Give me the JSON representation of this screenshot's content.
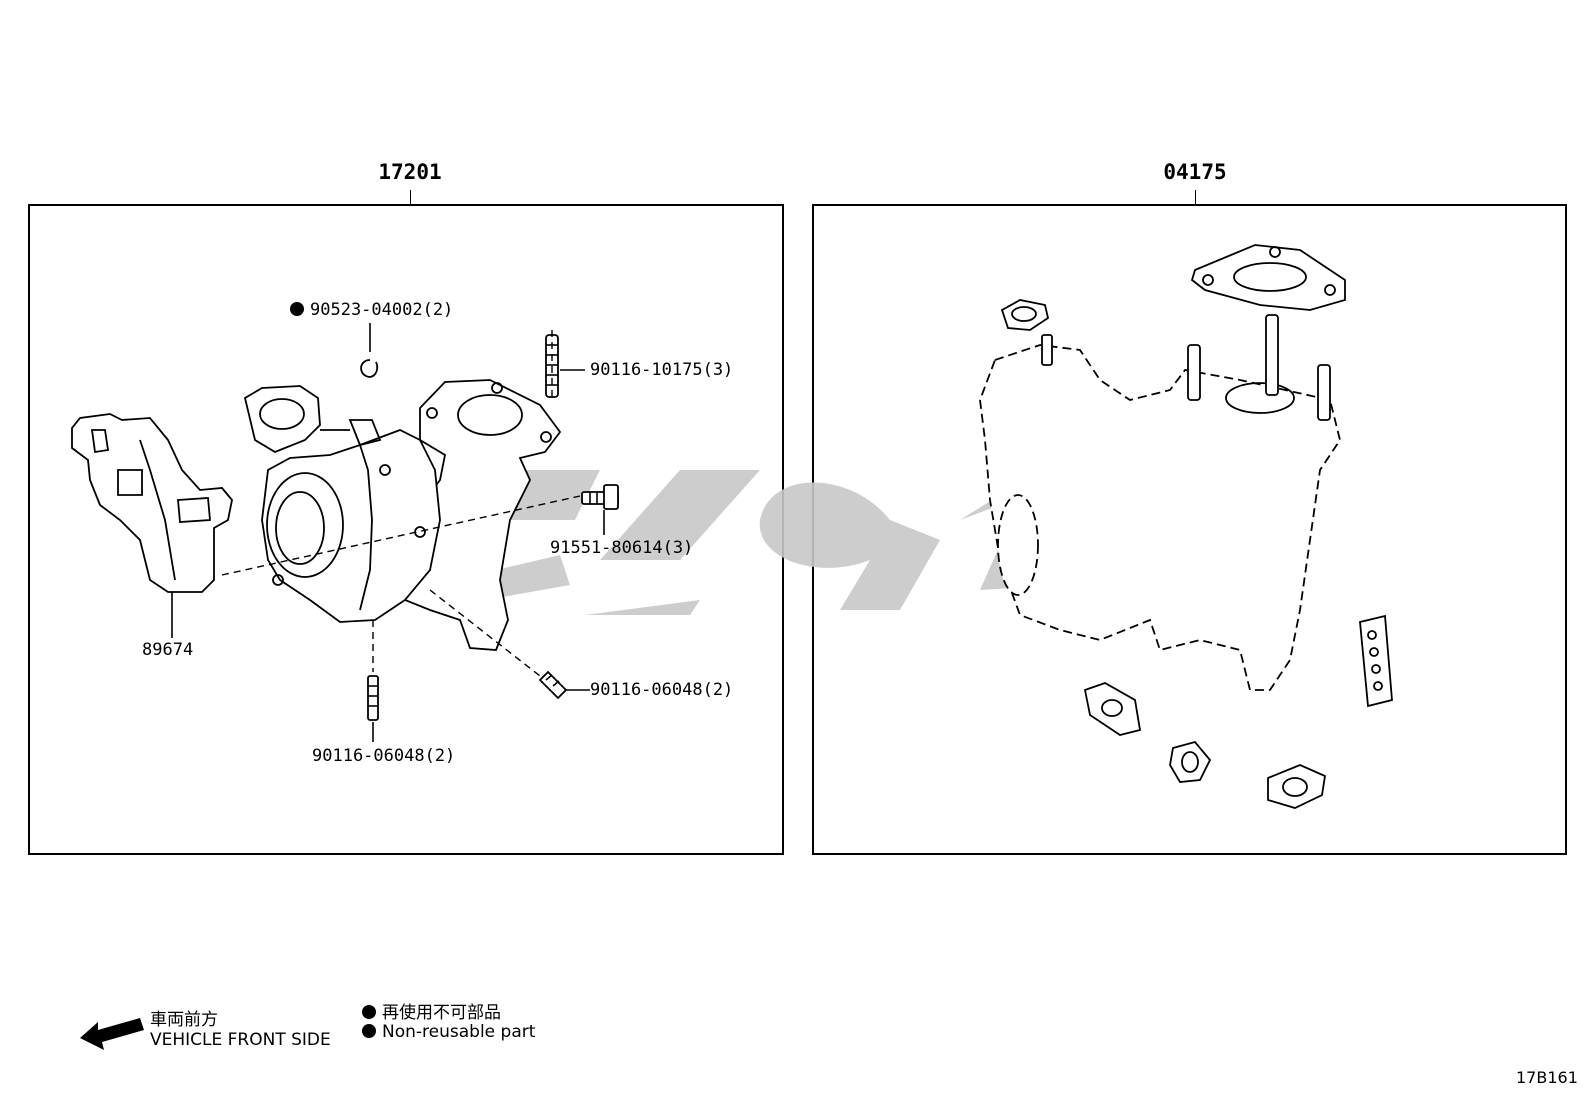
{
  "assemblies": [
    {
      "number": "17201"
    },
    {
      "number": "04175"
    }
  ],
  "callouts": {
    "p1": "90523-04002(2)",
    "p2": "90116-10175(3)",
    "p3": "91551-80614(3)",
    "p4": "89674",
    "p5": "90116-06048(2)",
    "p6": "90116-06048(2)"
  },
  "legend": {
    "front_jp": "車両前方",
    "front_en": "VEHICLE FRONT SIDE",
    "nonreuse_jp": "再使用不可部品",
    "nonreuse_en": "Non-reusable part"
  },
  "figure_code": "17B161"
}
